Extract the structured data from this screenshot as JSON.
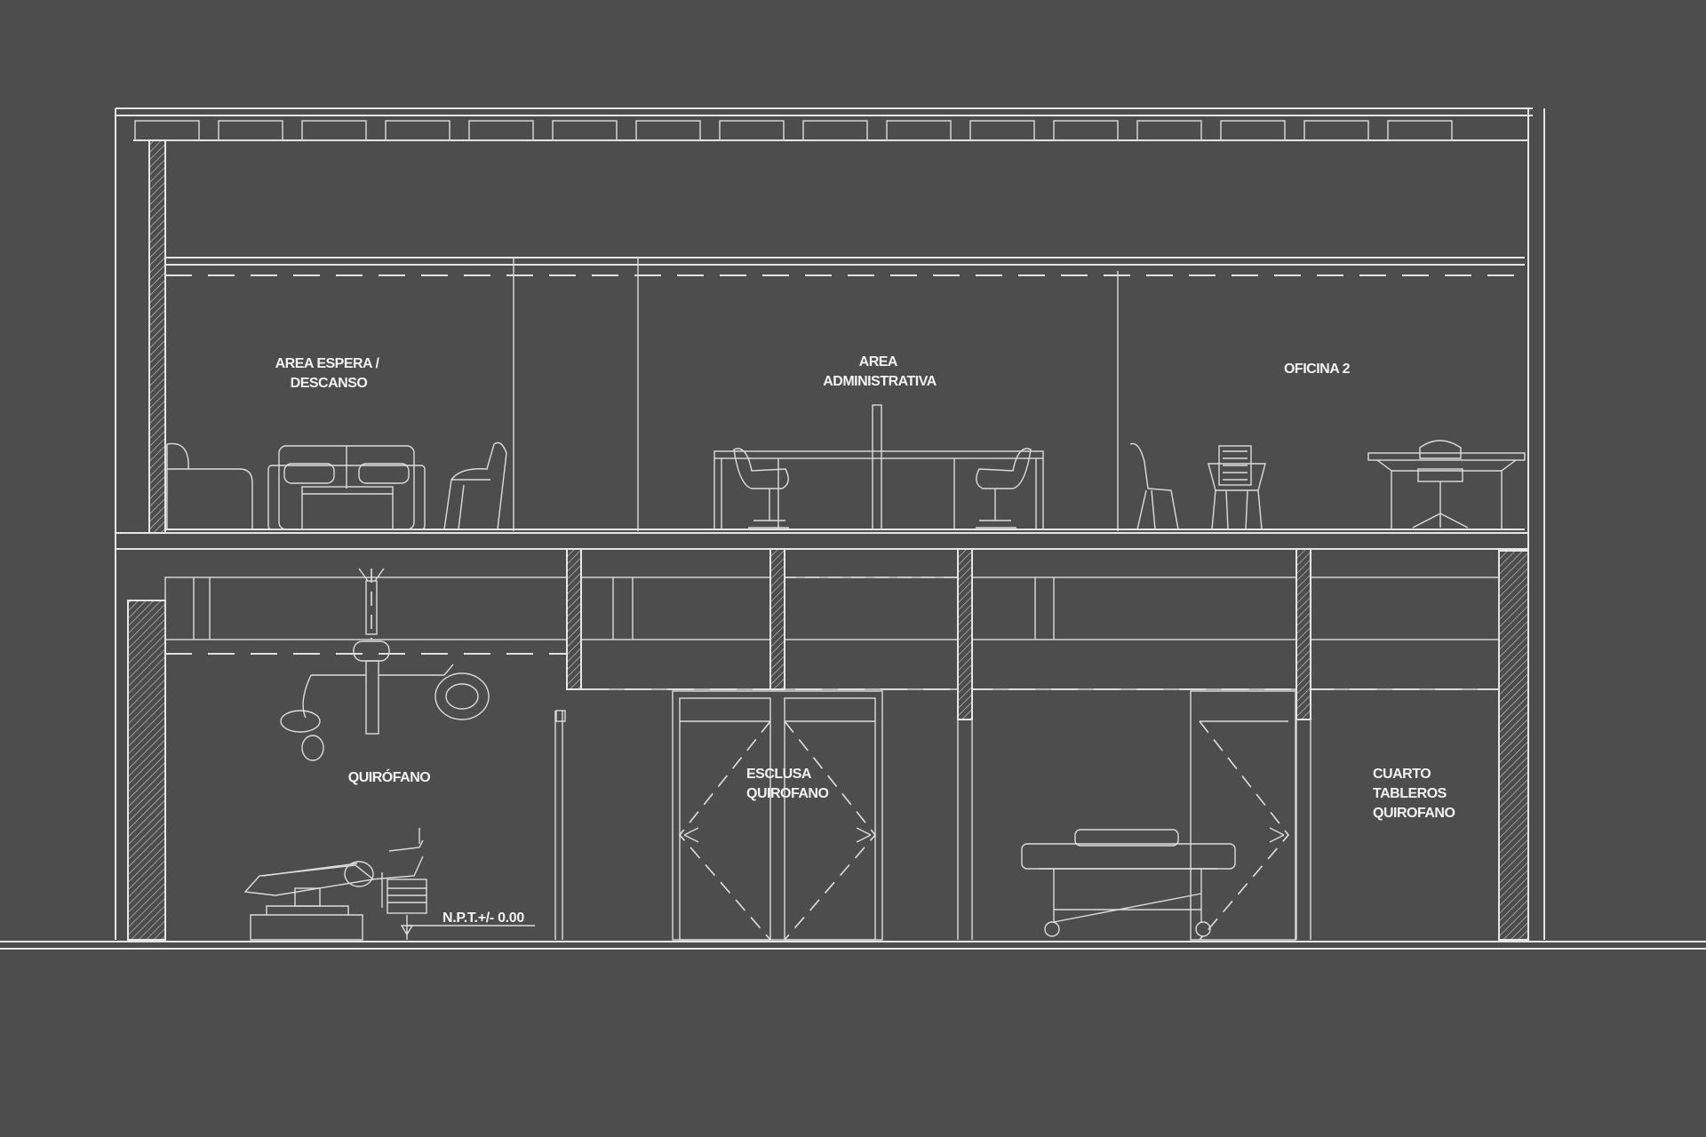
{
  "drawing": {
    "background": "#4d4d4d",
    "line_color": "#e6e6e6",
    "rooms": [
      {
        "id": "area-espera",
        "lines": [
          "AREA ESPERA /",
          "DESCANSO"
        ]
      },
      {
        "id": "area-administrativa",
        "lines": [
          "AREA",
          "ADMINISTRATIVA"
        ]
      },
      {
        "id": "oficina-2",
        "lines": [
          "OFICINA 2"
        ]
      },
      {
        "id": "quirofano",
        "lines": [
          "QUIRÓFANO"
        ]
      },
      {
        "id": "esclusa-quirofano",
        "lines": [
          "ESCLUSA",
          "QUIROFANO"
        ]
      },
      {
        "id": "cuarto-tableros",
        "lines": [
          "CUARTO",
          "TABLEROS",
          "QUIROFANO"
        ]
      }
    ],
    "level_marker": "N.P.T.+/- 0.00"
  }
}
